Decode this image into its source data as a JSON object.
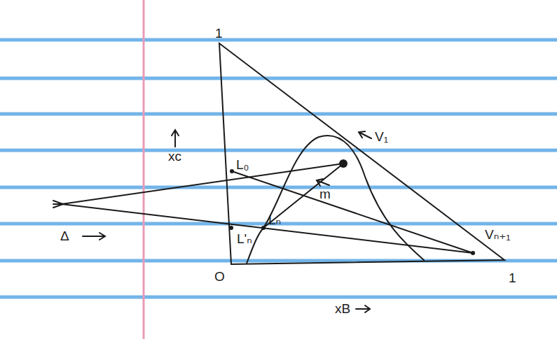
{
  "diagram": {
    "labels": [
      "1",
      "xc",
      "L₀",
      "V₁",
      "Δ",
      "L'ₙ",
      "Lₙ",
      "m",
      "Vₙ₊₁",
      "O",
      "1",
      "xB"
    ]
  }
}
